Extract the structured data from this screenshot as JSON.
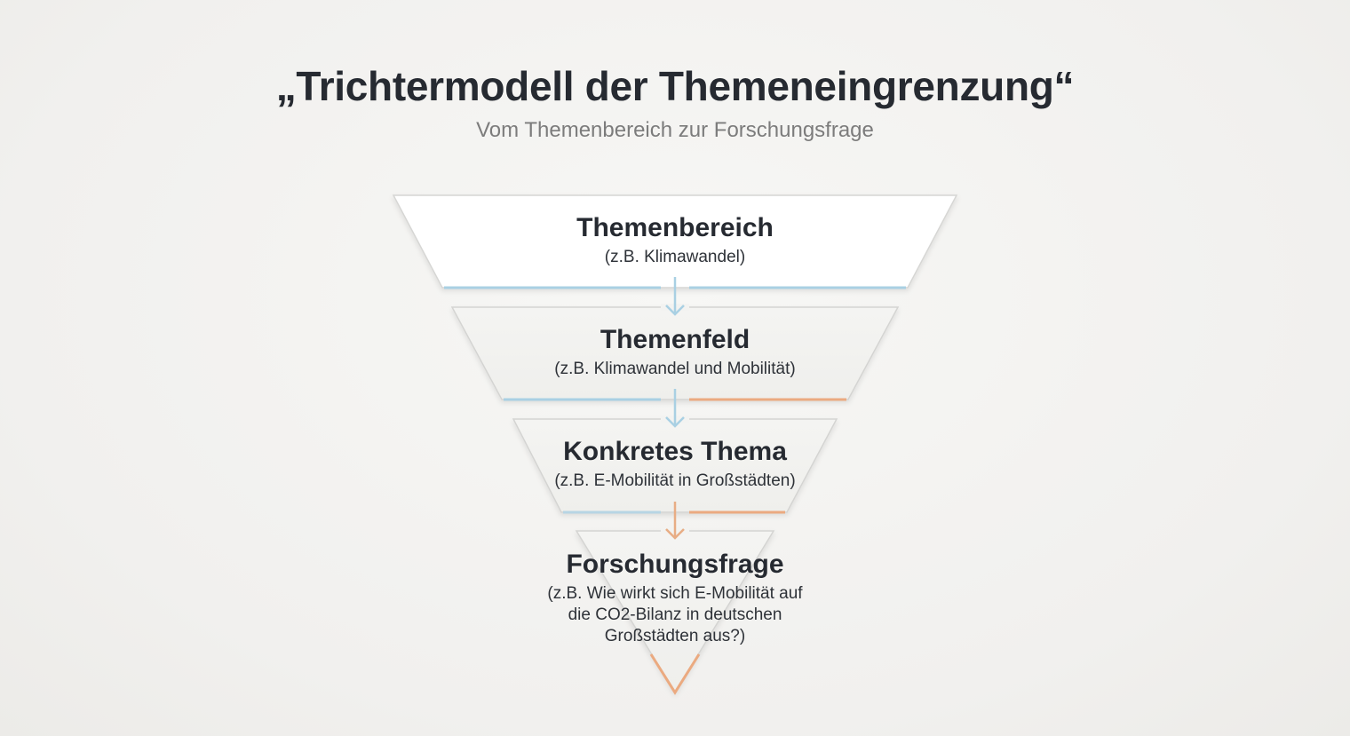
{
  "header": {
    "title": "„Trichtermodell der Themeneingrenzung“",
    "subtitle": "Vom Themenbereich zur Forschungsfrage"
  },
  "colors": {
    "blue_accent": "#a9d0e3",
    "orange_accent": "#ebaa80",
    "text_dark": "#262a31",
    "subtitle_gray": "#7c7c7c"
  },
  "stages": [
    {
      "title": "Themenbereich",
      "example": "(z.B. Klimawandel)"
    },
    {
      "title": "Themenfeld",
      "example": "(z.B. Klimawandel und Mobilität)"
    },
    {
      "title": "Konkretes Thema",
      "example": "(z.B. E-Mobilität in Großstädten)"
    },
    {
      "title": "Forschungsfrage",
      "example_lines": [
        "(z.B. Wie wirkt sich E-Mobilität auf",
        "die CO2-Bilanz in deutschen",
        "Großstädten aus?)"
      ]
    }
  ],
  "arrows": [
    {
      "from": "Themenbereich",
      "to": "Themenfeld",
      "color": "blue"
    },
    {
      "from": "Themenfeld",
      "to": "Konkretes Thema",
      "color": "blue"
    },
    {
      "from": "Konkretes Thema",
      "to": "Forschungsfrage",
      "color": "orange"
    }
  ]
}
